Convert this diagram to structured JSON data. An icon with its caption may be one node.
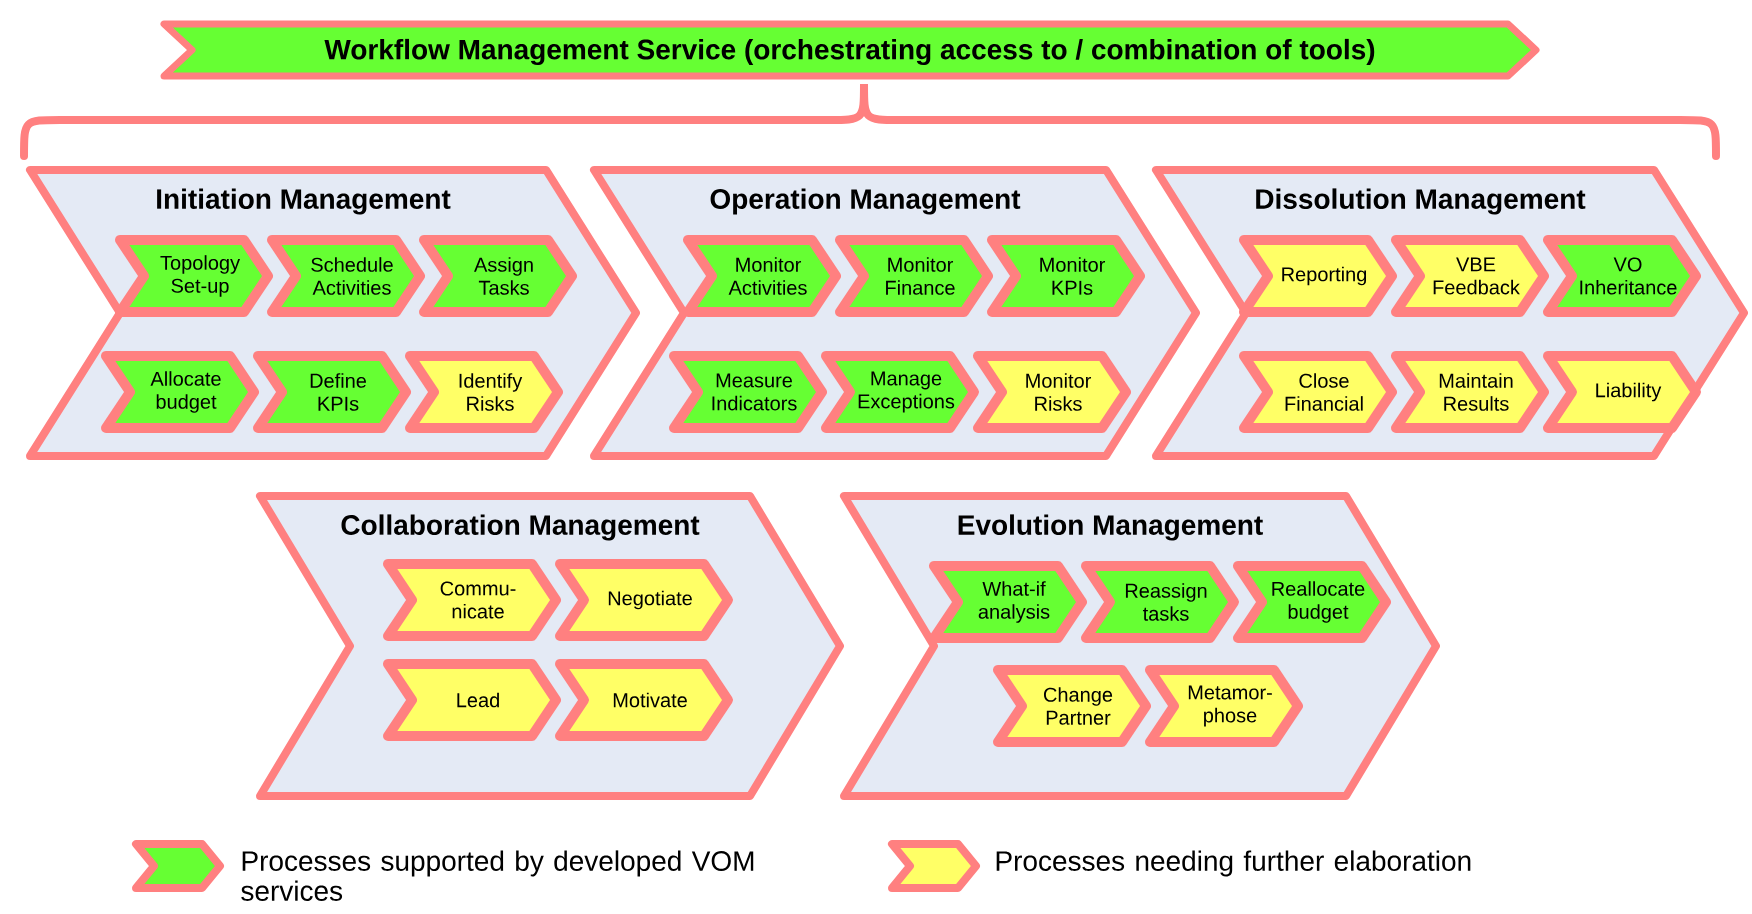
{
  "diagram": {
    "nodes": [
      {
        "text": [
          "Workflow Management Service (orchestrating access to / combination of tools)"
        ]
      },
      {
        "text": [
          "Initiation Management"
        ]
      },
      {
        "text": [
          "Topology Set-up"
        ],
        "in": 1
      },
      {
        "text": [
          "Schedule Activities"
        ],
        "in": 1
      },
      {
        "text": [
          "Assign Tasks"
        ],
        "in": 1
      },
      {
        "text": [
          "Allocate budget"
        ],
        "in": 1
      },
      {
        "text": [
          "Define KPIs"
        ],
        "in": 1
      },
      {
        "text": [
          "Identify Risks"
        ],
        "in": 1
      },
      {
        "text": [
          "Operation Management"
        ]
      },
      {
        "text": [
          "Monitor Activities"
        ],
        "in": 8
      },
      {
        "text": [
          "Monitor Finance"
        ],
        "in": 8
      },
      {
        "text": [
          "Monitor KPIs"
        ],
        "in": 8
      },
      {
        "text": [
          "Measure Indicators"
        ],
        "in": 8
      },
      {
        "text": [
          "Manage Exceptions"
        ],
        "in": 8
      },
      {
        "text": [
          "Monitor Risks"
        ],
        "in": 8
      },
      {
        "text": [
          "Dissolution Management"
        ]
      },
      {
        "text": [
          "Reporting"
        ],
        "in": 15
      },
      {
        "text": [
          "VBE Feedback"
        ],
        "in": 15
      },
      {
        "text": [
          "VO Inheritance"
        ],
        "in": 15
      },
      {
        "text": [
          "Close Financial"
        ],
        "in": 15
      },
      {
        "text": [
          "Maintain Results"
        ],
        "in": 15
      },
      {
        "text": [
          "Liability"
        ],
        "in": 15
      },
      {
        "text": [
          "Collaboration Management"
        ]
      },
      {
        "text": [
          "Commu- nicate"
        ],
        "in": 22
      },
      {
        "text": [
          "Negotiate"
        ],
        "in": 22
      },
      {
        "text": [
          "Lead"
        ],
        "in": 22
      },
      {
        "text": [
          "Motivate"
        ],
        "in": 22
      },
      {
        "text": [
          "Evolution Management"
        ]
      },
      {
        "text": [
          "What-if analysis"
        ],
        "in": 27
      },
      {
        "text": [
          "Reassign tasks"
        ],
        "in": 27
      },
      {
        "text": [
          "Reallocate budget"
        ],
        "in": 27
      },
      {
        "text": [
          "Change Partner"
        ],
        "in": 27
      },
      {
        "text": [
          "Metamor- phose"
        ],
        "in": 27
      }
    ],
    "legend": [
      {
        "text": "Processes supported by developed VOM services",
        "color": "#66ff33"
      },
      {
        "text": "Processes needing further elaboration",
        "color": "#ffff66"
      }
    ]
  }
}
